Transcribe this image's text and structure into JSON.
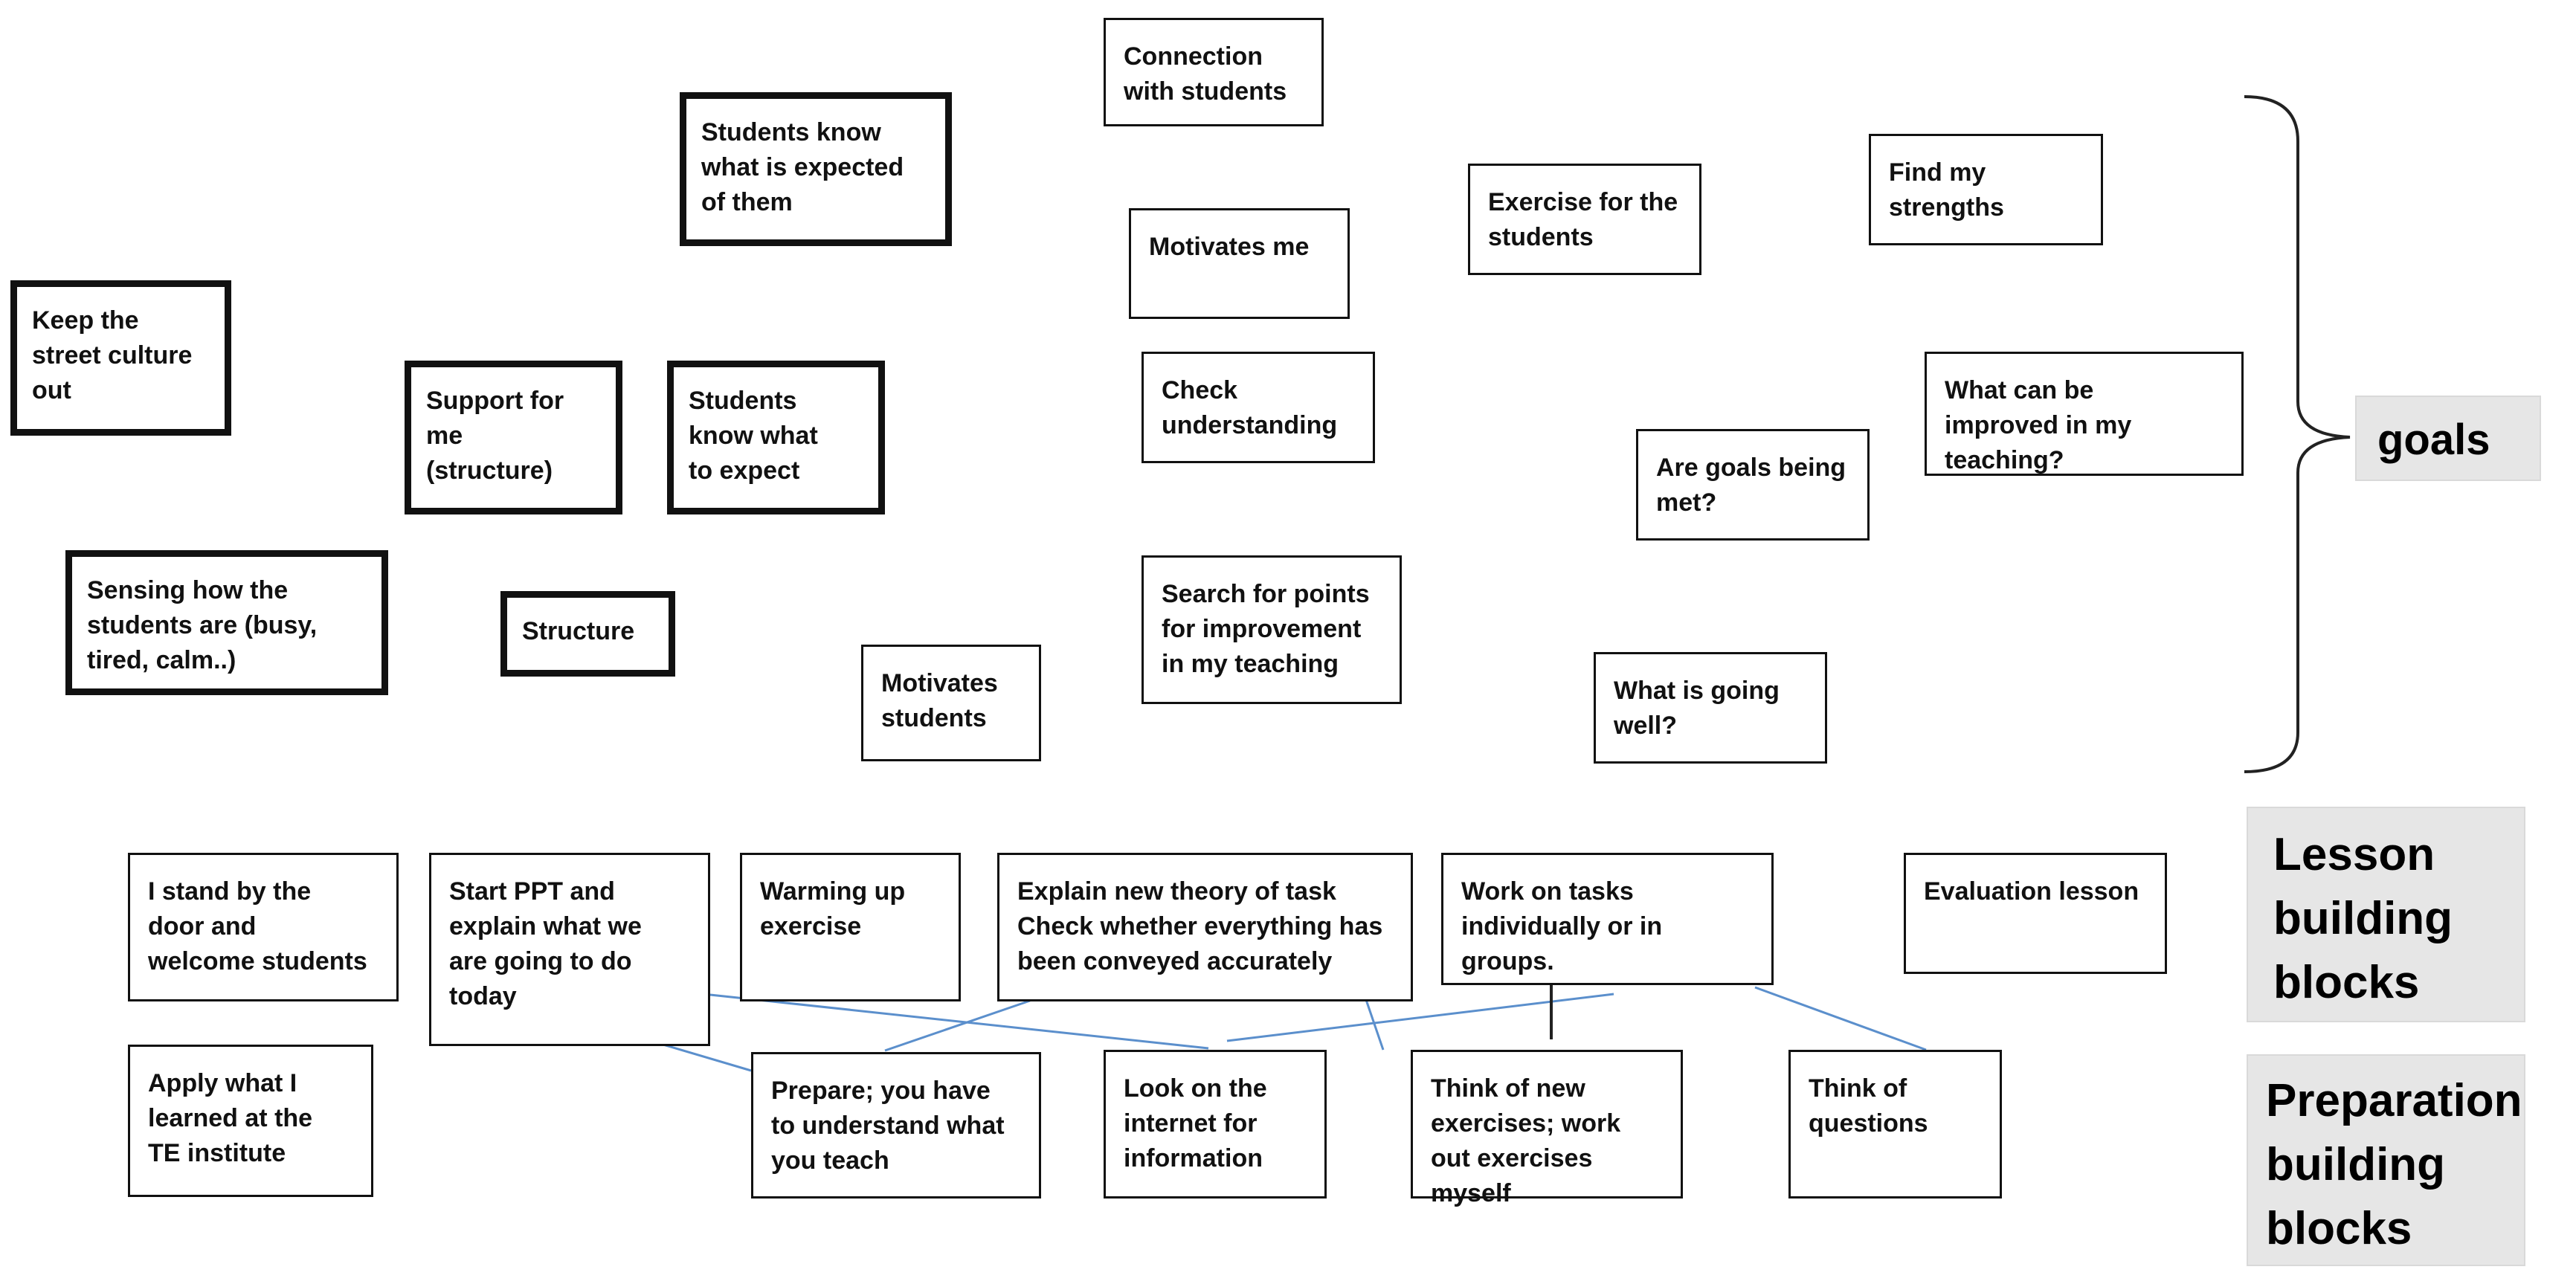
{
  "goal_notes": [
    "Connection\nwith students",
    "Students know\nwhat is expected\nof them",
    "Motivates me",
    "Exercise for the\nstudents",
    "Find my\nstrengths",
    "Keep the\nstreet culture\nout",
    "Support for\nme\n(structure)",
    "Students\nknow what\nto expect",
    "Check\nunderstanding",
    "What can be\nimproved in my\nteaching?",
    "Are goals being\nmet?",
    "Sensing how the\nstudents are (busy,\ntired, calm..)",
    "Structure",
    "Search for points\nfor improvement\nin my teaching",
    "Motivates\nstudents",
    "What is going\nwell?"
  ],
  "lesson_notes": [
    "I stand by the\ndoor and\nwelcome students",
    "Start PPT and\nexplain what we\nare going to do\ntoday",
    "Warming up\nexercise",
    "Explain  new theory of task\nCheck whether everything has\nbeen conveyed accurately",
    "Work on tasks\nindividually  or in\ngroups.",
    "Evaluation  lesson"
  ],
  "preparation_notes": [
    "Apply what I\nlearned at the\nTE institute",
    "Prepare; you have\nto understand what\nyou teach",
    "Look on the\ninternet for\ninformation",
    "Think of new\nexercises; work\nout exercises\nmyself",
    "Think of\nquestions"
  ],
  "labels": {
    "goals": "goals",
    "lesson": "Lesson\nbuilding\nblocks",
    "preparation": "Preparation\nbuilding\nblocks"
  },
  "colors": {
    "connector": "#5b8fcc",
    "border": "#111111",
    "label_bg": "#e6e6e6"
  }
}
